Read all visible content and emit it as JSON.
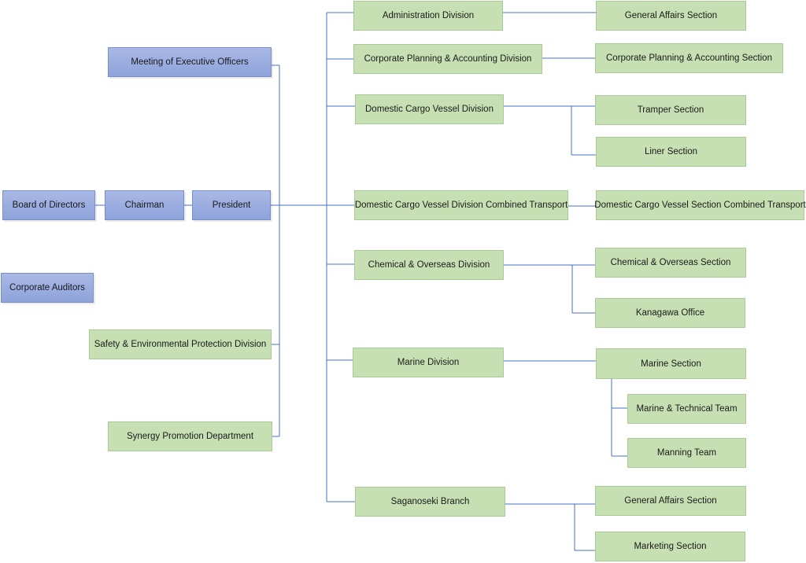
{
  "colors": {
    "blue_fill": "#98aadf",
    "green_fill": "#c6e0b4",
    "connector": "#4472c4"
  },
  "nodes": {
    "meeting_exec": "Meeting of Executive Officers",
    "board": "Board of Directors",
    "chairman": "Chairman",
    "president": "President",
    "auditors": "Corporate Auditors",
    "safety": "Safety & Environmental Protection Division",
    "synergy": "Synergy Promotion Department",
    "admin_div": "Administration Division",
    "general_affairs_1": "General Affairs Section",
    "corp_planning_div": "Corporate Planning & Accounting Division",
    "corp_planning_sec": "Corporate Planning & Accounting Section",
    "domestic_div": "Domestic Cargo Vessel Division",
    "tramper": "Tramper Section",
    "liner": "Liner Section",
    "domestic_combined_div": "Domestic Cargo Vessel Division Combined Transport",
    "domestic_combined_sec": "Domestic Cargo Vessel Section Combined Transport",
    "chemical_div": "Chemical & Overseas Division",
    "chemical_sec": "Chemical & Overseas Section",
    "kanagawa": "Kanagawa Office",
    "marine_div": "Marine Division",
    "marine_sec": "Marine Section",
    "marine_tech": "Marine & Technical Team",
    "manning": "Manning Team",
    "saganoseki": "Saganoseki Branch",
    "general_affairs_2": "General Affairs Section",
    "marketing": "Marketing Section"
  }
}
